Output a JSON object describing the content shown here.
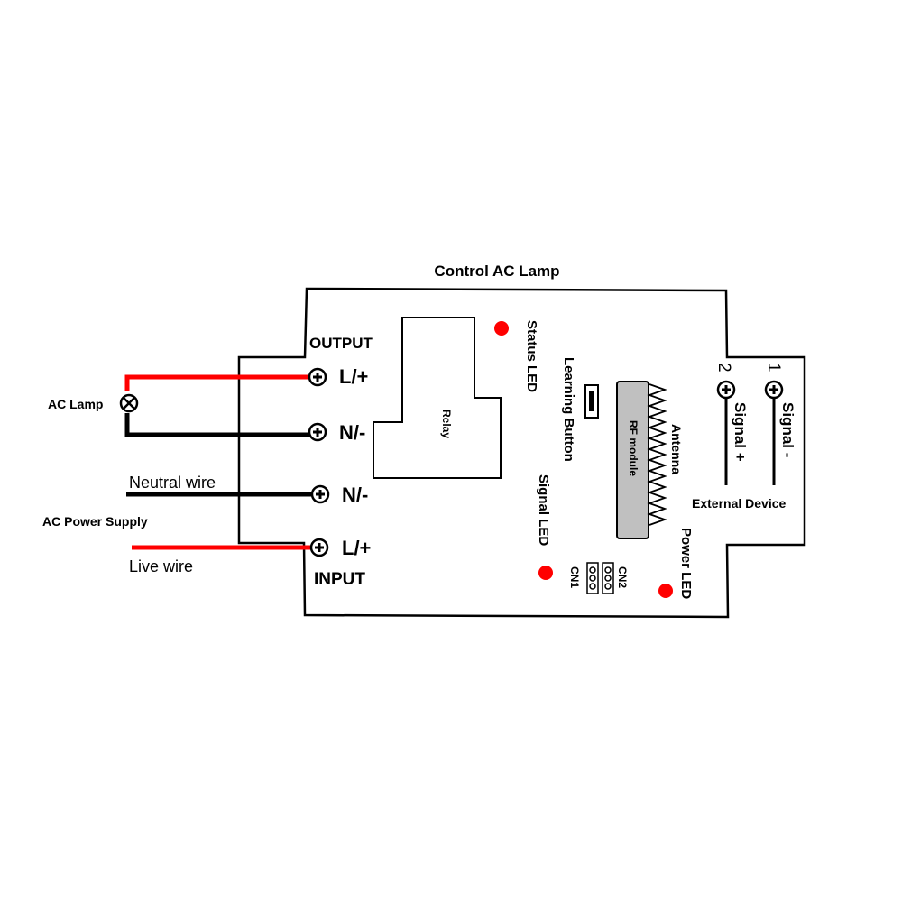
{
  "title": "Control AC Lamp",
  "labels": {
    "output": "OUTPUT",
    "input": "INPUT",
    "ac_lamp": "AC Lamp",
    "neutral_wire": "Neutral wire",
    "ac_power_supply": "AC Power Supply",
    "live_wire": "Live wire",
    "relay": "Relay",
    "status_led": "Status LED",
    "learning_button": "Learning Button",
    "rf_module": "RF module",
    "antenna": "Antenna",
    "signal_led": "Signal LED",
    "power_led": "Power LED",
    "cn1": "CN1",
    "cn2": "CN2",
    "external_device": "External Device",
    "signal_plus": "Signal +",
    "signal_minus": "Signal -",
    "pin_2": "2",
    "pin_1": "1"
  },
  "terminals": {
    "out_live": "L/+",
    "out_neutral": "N/-",
    "in_neutral": "N/-",
    "in_live": "L/+"
  },
  "colors": {
    "live_wire": "#ff0000",
    "neutral_wire": "#000000",
    "led": "#ff0000",
    "rf_module_fill": "#c0c0c0"
  }
}
